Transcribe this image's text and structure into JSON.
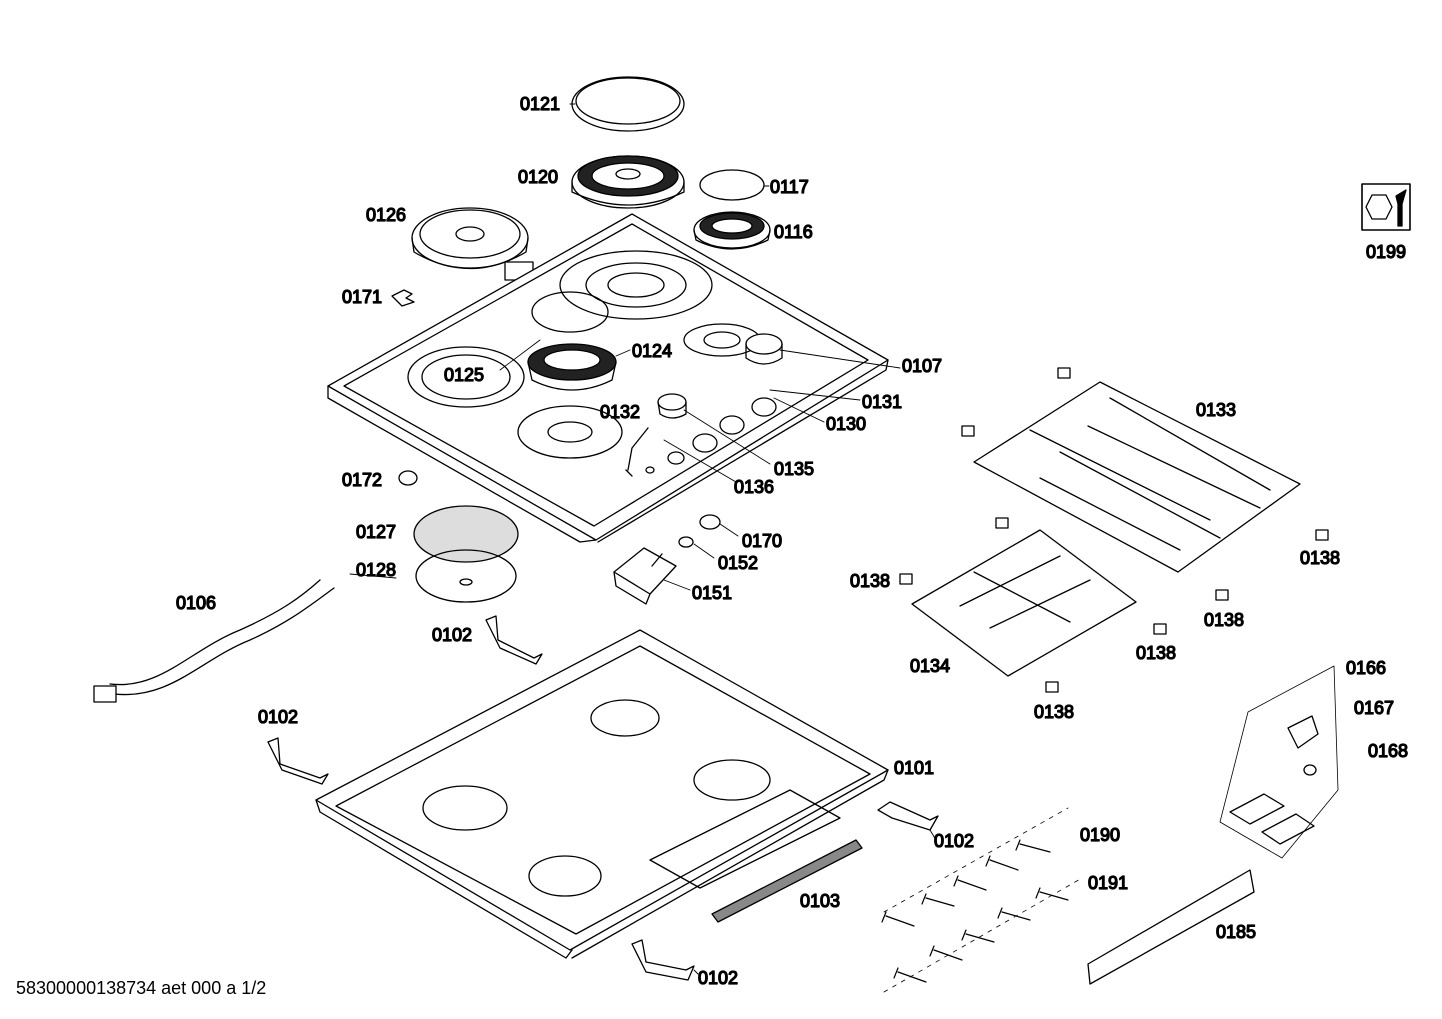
{
  "drawing": {
    "footer_code": "58300000138734 aet 000 a 1/2",
    "labels": {
      "p0121": "0121",
      "p0120": "0120",
      "p0117": "0117",
      "p0116": "0116",
      "p0126": "0126",
      "p0171": "0171",
      "p0125": "0125",
      "p0124": "0124",
      "p0107": "0107",
      "p0131": "0131",
      "p0130": "0130",
      "p0132": "0132",
      "p0135": "0135",
      "p0136": "0136",
      "p0172": "0172",
      "p0127": "0127",
      "p0128": "0128",
      "p0170": "0170",
      "p0152": "0152",
      "p0151": "0151",
      "p0106": "0106",
      "p0102a": "0102",
      "p0102b": "0102",
      "p0102c": "0102",
      "p0102d": "0102",
      "p0101": "0101",
      "p0103": "0103",
      "p0133": "0133",
      "p0134": "0134",
      "p0138a": "0138",
      "p0138b": "0138",
      "p0138c": "0138",
      "p0138d": "0138",
      "p0138e": "0138",
      "p0166": "0166",
      "p0167": "0167",
      "p0168": "0168",
      "p0190": "0190",
      "p0191": "0191",
      "p0185": "0185",
      "p0199": "0199"
    },
    "icons": [
      "wrench-tool-icon"
    ]
  }
}
